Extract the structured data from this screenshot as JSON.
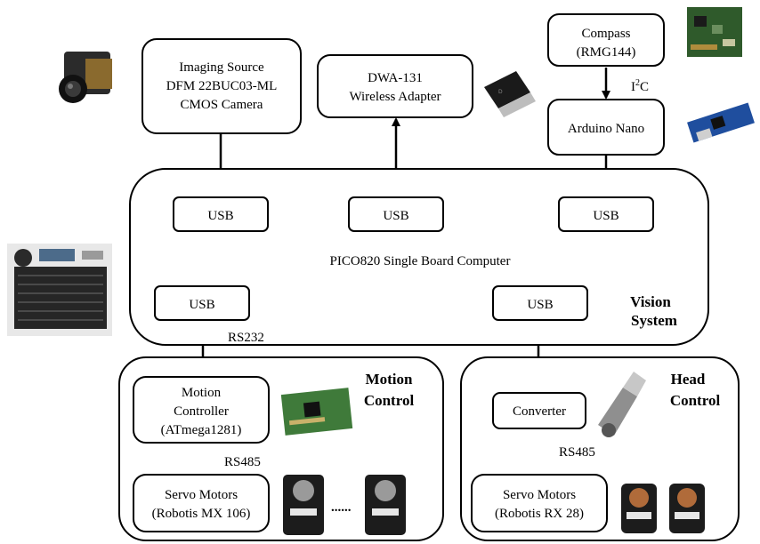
{
  "blocks": {
    "camera": [
      "Imaging Source",
      "DFM 22BUC03-ML",
      "CMOS Camera"
    ],
    "wireless": [
      "DWA-131",
      "Wireless Adapter"
    ],
    "compass": [
      "Compass",
      "(RMG144)"
    ],
    "arduino": "Arduino Nano",
    "usb": "USB",
    "pico": "PICO820 Single Board Computer",
    "vision": [
      "Vision",
      "System"
    ],
    "motion": [
      "Motion",
      "Control"
    ],
    "motion_controller": [
      "Motion",
      "Controller",
      "(ATmega1281)"
    ],
    "servo_mx": [
      "Servo Motors",
      "(Robotis MX 106)"
    ],
    "head": [
      "Head",
      "Control"
    ],
    "converter": "Converter",
    "servo_rx": [
      "Servo Motors",
      "(Robotis RX 28)"
    ],
    "dots": "......"
  },
  "links": {
    "i2c": "I",
    "i2c_sup": "2",
    "i2c_tail": "C",
    "rs232": "RS232",
    "rs485_motion": "RS485",
    "rs485_head": "RS485"
  },
  "photos": {
    "camera": "camera-photo",
    "dongle": "usb-dongle-photo",
    "compass": "compass-board-photo",
    "arduino": "arduino-board-photo",
    "sbc": "sbc-board-photo",
    "controller": "controller-board-photo",
    "converter": "usb-converter-photo",
    "servo": "servo-motor-photo"
  }
}
